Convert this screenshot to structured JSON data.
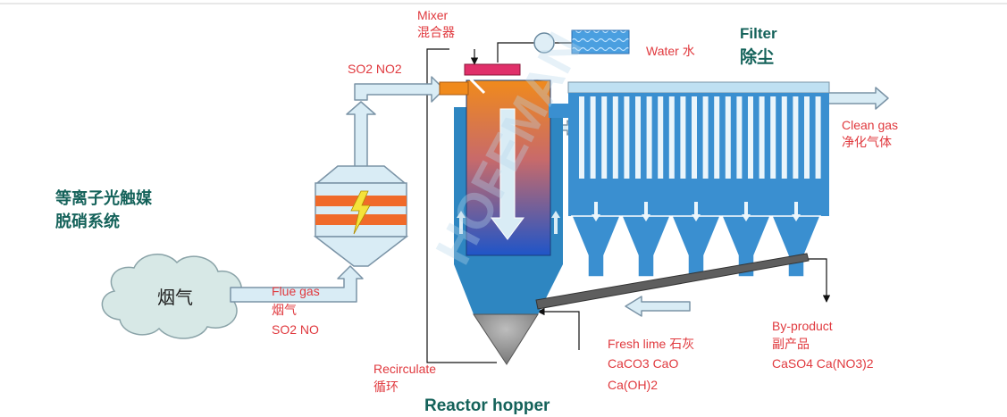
{
  "labels": {
    "mixer_en": "Mixer",
    "mixer_cn": "混合器",
    "filter_en": "Filter",
    "filter_cn": "除尘",
    "water": "Water  水",
    "so2no2": "SO2 NO2",
    "clean_gas_en": "Clean gas",
    "clean_gas_cn": "净化气体",
    "system_line1": "等离子光触媒",
    "system_line2": "脱硝系统",
    "smoke_cloud": "烟气",
    "flue_gas_en": "Flue gas",
    "flue_gas_cn": "烟气",
    "flue_gas_formula": "SO2 NO",
    "recirculate_en": "Recirculate",
    "recirculate_cn": "循环",
    "reactor_hopper": "Reactor hopper",
    "fresh_lime": "Fresh lime  石灰",
    "fresh_lime_formula1": "CaCO3  CaO",
    "fresh_lime_formula2": "Ca(OH)2",
    "byproduct_en": "By-product",
    "byproduct_cn": "副产品",
    "byproduct_formula": "CaSO4  Ca(NO3)2",
    "watermark": "HOFEMAN"
  },
  "colors": {
    "pipe_fill": "#d9ecf5",
    "pipe_stroke": "#7a93a6",
    "vessel_blue": "#2e86c1",
    "filter_blue": "#3a8fd0",
    "reactor_orange": "#f08a1c",
    "reactor_blue": "#1f55c8",
    "mixer_pink": "#e0306a",
    "band_orange": "#f06a2a",
    "conveyor_grey": "#606060",
    "red_text": "#e0393e",
    "teal_text": "#14625a"
  },
  "icons": [
    "lightning-icon",
    "water-tank-icon",
    "pump-circle-icon"
  ]
}
